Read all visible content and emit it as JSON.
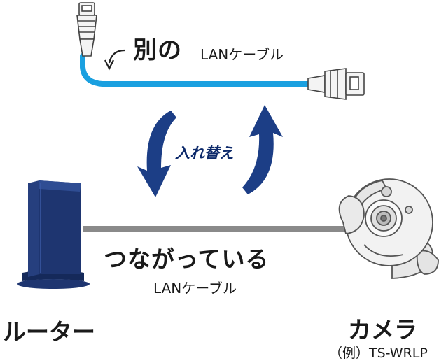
{
  "diagram": {
    "other_cable_prefix": "別の",
    "other_cable_label": "LANケーブル",
    "swap_label": "入れ替え",
    "connected_prefix": "つながっている",
    "connected_cable_label": "LANケーブル",
    "router_label": "ルーター",
    "camera_label": "カメラ",
    "camera_model": "（例）TS-WRLP"
  },
  "colors": {
    "cable_blue": "#1aa0e0",
    "cable_gray": "#8a8a8a",
    "swap_arrow": "#1c3e86",
    "router_body": "#1e3570",
    "outline": "#333333"
  },
  "icons": [
    "ethernet-plug-icon",
    "curved-arrow-icon",
    "swap-arrows-icon",
    "router-icon",
    "camera-icon"
  ]
}
